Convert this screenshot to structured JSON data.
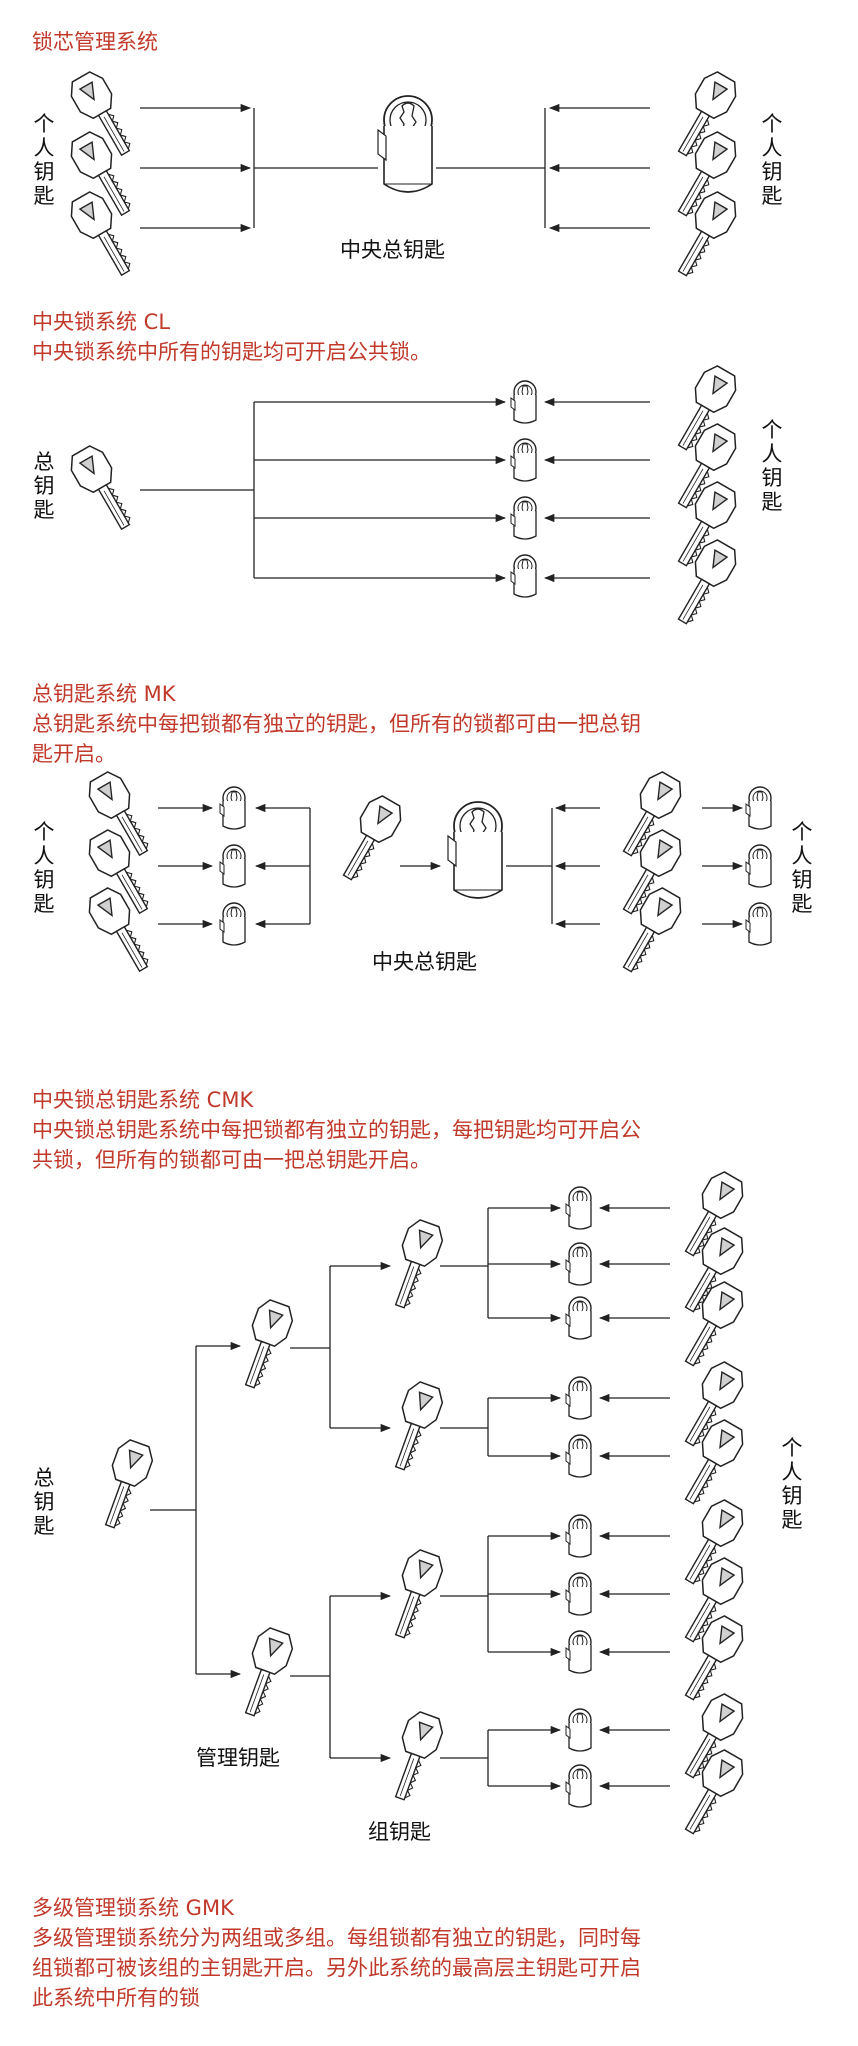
{
  "colors": {
    "heading": "#c0392b",
    "line": "#222222"
  },
  "sections": [
    {
      "title": "锁芯管理系统",
      "desc": [],
      "labels": {
        "personal_left": "个人钥匙",
        "personal_right": "个人钥匙",
        "center": "中央总钥匙"
      }
    },
    {
      "title": "中央锁系统 CL",
      "desc": [
        "中央锁系统中所有的钥匙均可开启公共锁。"
      ],
      "labels": {
        "master": "总钥匙",
        "personal_right": "个人钥匙"
      }
    },
    {
      "title": "总钥匙系统 MK",
      "desc": [
        "总钥匙系统中每把锁都有独立的钥匙，但所有的锁都可由一把总钥",
        "匙开启。"
      ],
      "labels": {
        "personal_left": "个人钥匙",
        "personal_right": "个人钥匙",
        "center": "中央总钥匙"
      }
    },
    {
      "title": "中央锁总钥匙系统 CMK",
      "desc": [
        "中央锁总钥匙系统中每把锁都有独立的钥匙，每把钥匙均可开启公",
        "共锁，但所有的锁都可由一把总钥匙开启。"
      ],
      "labels": {
        "master": "总钥匙",
        "personal_right": "个人钥匙",
        "manager": "管理钥匙",
        "group": "组钥匙"
      }
    },
    {
      "title": "多级管理锁系统  GMK",
      "desc": [
        "多级管理锁系统分为两组或多组。每组锁都有独立的钥匙，同时每",
        "组锁都可被该组的主钥匙开启。另外此系统的最高层主钥匙可开启",
        "此系统中所有的锁"
      ],
      "labels": {}
    }
  ]
}
